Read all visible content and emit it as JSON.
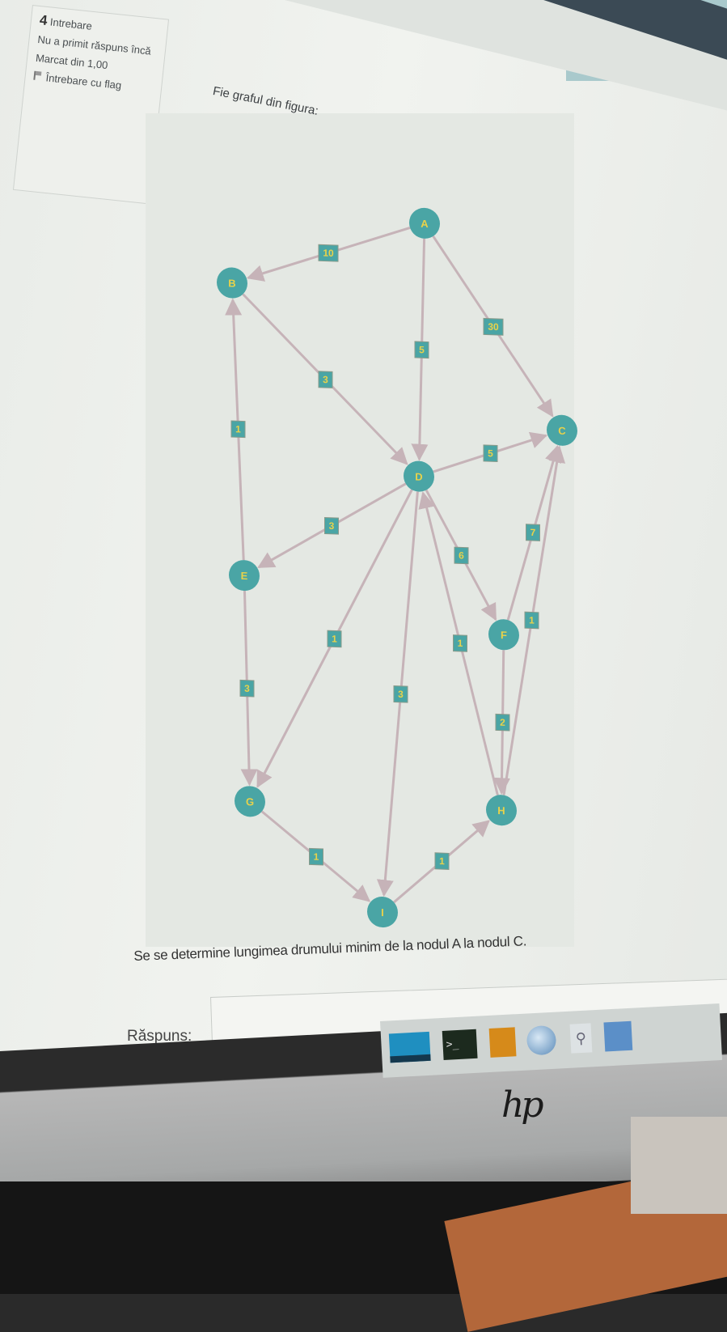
{
  "sidebar": {
    "question_number": "4",
    "question_word": "Intrebare",
    "status": "Nu a primit răspuns încă",
    "marks": "Marcat din 1,00",
    "flag_label": "Întrebare cu flag"
  },
  "question": {
    "intro": "Fie graful din figura:",
    "prompt": "Se se determine lungimea drumului minim de la nodul A la nodul C.",
    "answer_label": "Răspuns:"
  },
  "graph": {
    "node_color": "#4aa5a5",
    "edge_color": "#c6b3b8",
    "label_color": "#e9d24a",
    "nodes": [
      "A",
      "B",
      "C",
      "D",
      "E",
      "F",
      "G",
      "H",
      "I"
    ],
    "edges": [
      {
        "from": "A",
        "to": "B",
        "weight": "10"
      },
      {
        "from": "A",
        "to": "D",
        "weight": "5"
      },
      {
        "from": "A",
        "to": "C",
        "weight": "30"
      },
      {
        "from": "B",
        "to": "D",
        "weight": "3"
      },
      {
        "from": "E",
        "to": "B",
        "weight": "1"
      },
      {
        "from": "D",
        "to": "C",
        "weight": "5"
      },
      {
        "from": "D",
        "to": "E",
        "weight": "3"
      },
      {
        "from": "D",
        "to": "F",
        "weight": "6"
      },
      {
        "from": "D",
        "to": "G",
        "weight": "1"
      },
      {
        "from": "D",
        "to": "I",
        "weight": "3"
      },
      {
        "from": "H",
        "to": "D",
        "weight": "1"
      },
      {
        "from": "F",
        "to": "C",
        "weight": "7"
      },
      {
        "from": "H",
        "to": "C",
        "weight": "1"
      },
      {
        "from": "F",
        "to": "H",
        "weight": "2"
      },
      {
        "from": "E",
        "to": "G",
        "weight": "3"
      },
      {
        "from": "G",
        "to": "I",
        "weight": "1"
      },
      {
        "from": "I",
        "to": "H",
        "weight": "1"
      }
    ]
  },
  "taskbar": {
    "icons": [
      "app-window-icon",
      "terminal-icon",
      "app-orange-icon",
      "browser-globe-icon",
      "search-icon",
      "folder-icon"
    ],
    "terminal_glyph": ">_"
  }
}
